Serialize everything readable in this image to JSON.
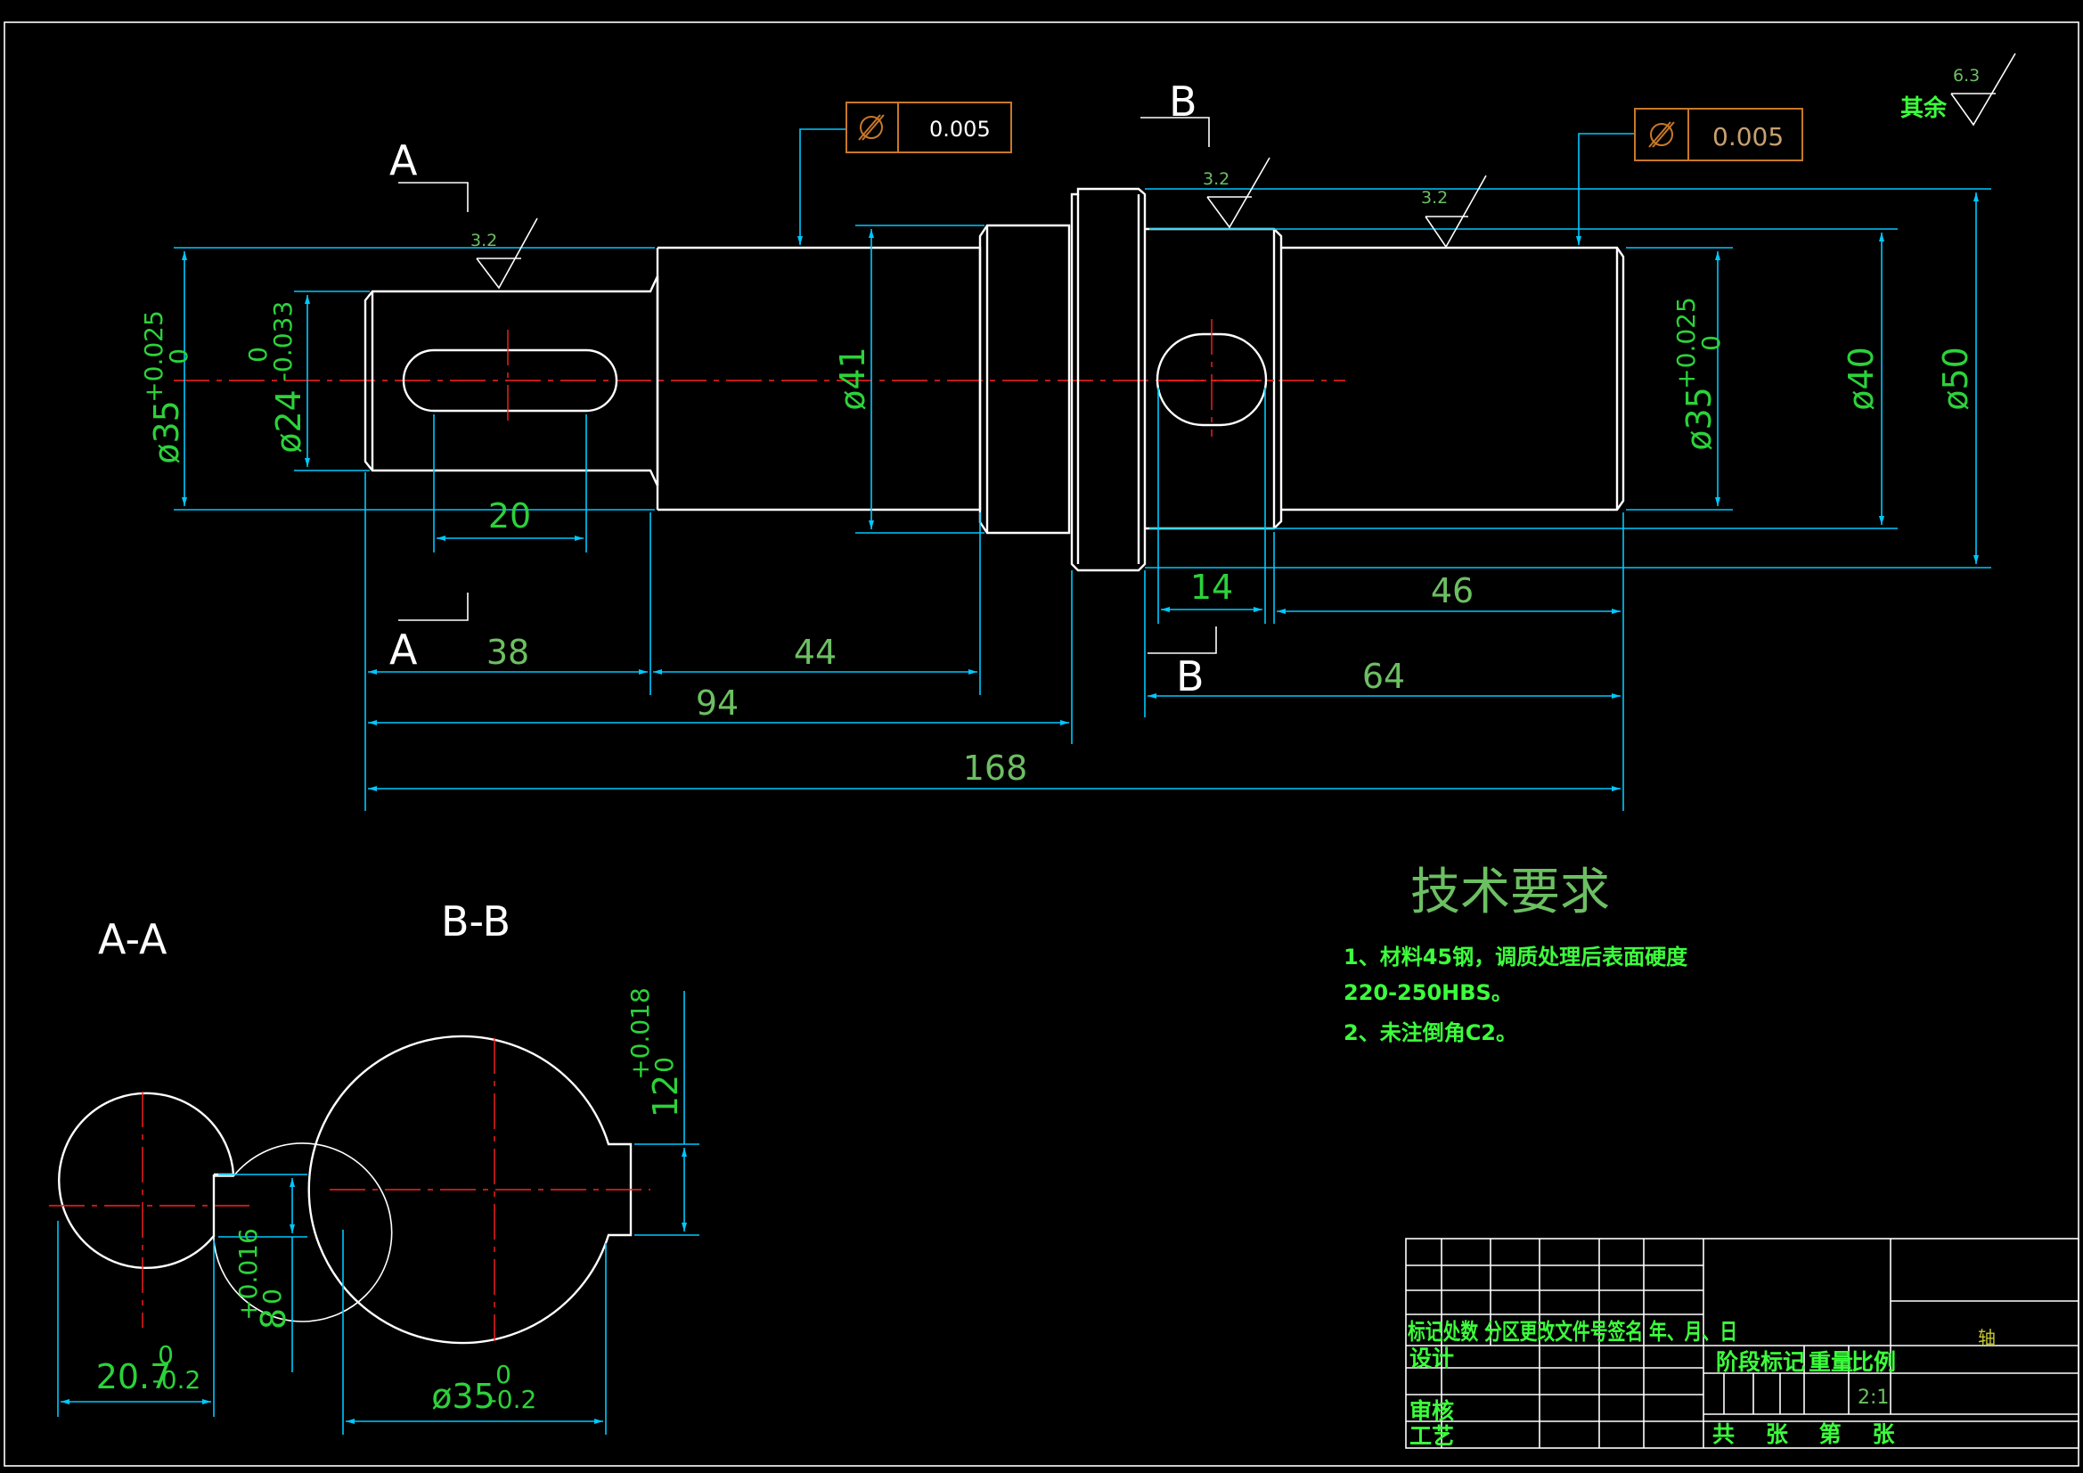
{
  "sections": {
    "label_a_top": "A",
    "label_a_bottom": "A",
    "label_b_top": "B",
    "label_b_bottom": "B",
    "section_aa_title": "A-A",
    "section_bb_title": "B-B"
  },
  "dimensions": {
    "d35_left": "ø35",
    "d35_left_tol_upper": "+0.025",
    "d35_left_tol_lower": "0",
    "d24": "ø24",
    "d24_tol_upper": "0",
    "d24_tol_lower": "-0.033",
    "d41": "ø41",
    "d35_right": "ø35",
    "d35_right_tol_upper": "+0.025",
    "d35_right_tol_lower": "0",
    "d40": "ø40",
    "d50": "ø50",
    "keyway_20": "20",
    "len_38": "38",
    "len_44": "44",
    "len_94": "94",
    "len_168": "168",
    "len_14": "14",
    "len_46": "46",
    "len_64": "64",
    "aa_depth": "20.7",
    "aa_depth_tol_upper": "0",
    "aa_depth_tol_lower": "-0.2",
    "aa_width": "8",
    "aa_width_tol_upper": "+0.016",
    "aa_width_tol_lower": "0",
    "bb_dia": "ø35",
    "bb_dia_tol_upper": "0",
    "bb_dia_tol_lower": "-0.2",
    "bb_width": "12",
    "bb_width_tol_upper": "+0.018",
    "bb_width_tol_lower": "0"
  },
  "tolerance_frames": [
    {
      "value": "0.005"
    },
    {
      "value": "0.005"
    }
  ],
  "roughness": {
    "r1": "3.2",
    "r2": "3.2",
    "r3": "3.2",
    "other_value": "6.3",
    "other_label": "其余"
  },
  "tech_requirements": {
    "title": "技术要求",
    "line1": "1、材料45钢，调质处理后表面硬度",
    "line2": "220-250HBS。",
    "line3": "2、未注倒角C2。"
  },
  "title_block": {
    "header_row": "标记处数  分区更改文件号签名  年、月、日",
    "design": "设计",
    "review": "审核",
    "process": "工艺",
    "stage_mark": "阶段标记",
    "weight": "重量",
    "scale": "比例",
    "scale_value": "2:1",
    "sheets": "共    张    第    张",
    "part_name": "轴"
  },
  "colors": {
    "background": "#000000",
    "outline": "#ffffff",
    "dimension_lines": "#00c8ff",
    "dimension_text": "#2cd23a",
    "center_lines": "#ff2020",
    "hatch": "#c8c832",
    "tolerance_frame": "#c87828"
  }
}
